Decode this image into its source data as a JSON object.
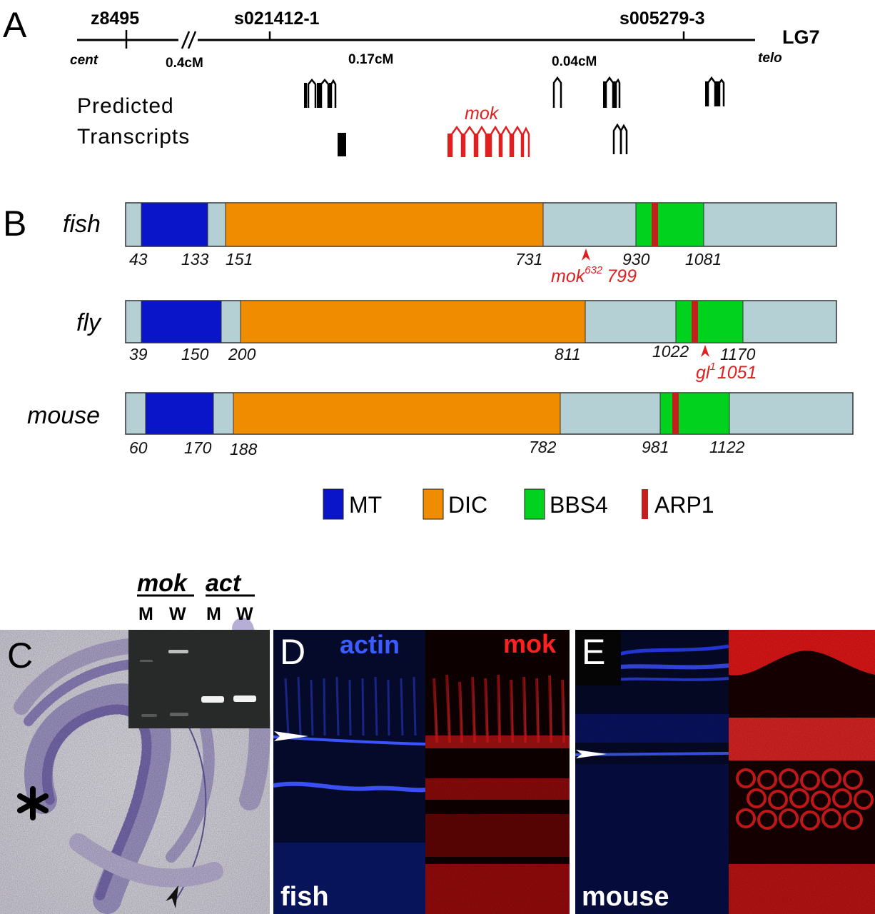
{
  "panels": {
    "a": "A",
    "b": "B",
    "c": "C",
    "d": "D",
    "e": "E"
  },
  "map": {
    "markers": [
      "z8495",
      "s021412-1",
      "s005279-3"
    ],
    "distances": [
      "0.4cM",
      "0.17cM",
      "0.04cM"
    ],
    "cent": "cent",
    "telo": "telo",
    "linkage_group": "LG7",
    "predicted_line1": "Predicted",
    "predicted_line2": "Transcripts",
    "mok_label": "mok"
  },
  "domains": {
    "fish": {
      "name": "fish",
      "positions": [
        "43",
        "133",
        "151",
        "731",
        "930",
        "1081"
      ],
      "mutation_name": "mok",
      "mutation_sup": "632",
      "mutation_pos": "799"
    },
    "fly": {
      "name": "fly",
      "positions": [
        "39",
        "150",
        "200",
        "811",
        "1022",
        "1170"
      ],
      "mutation_name": "gl",
      "mutation_sup": "1",
      "mutation_pos": "1051"
    },
    "mouse": {
      "name": "mouse",
      "positions": [
        "60",
        "170",
        "188",
        "782",
        "981",
        "1122"
      ]
    },
    "legend": [
      {
        "label": "MT",
        "color": "#0a14c8"
      },
      {
        "label": "DIC",
        "color": "#f08c00"
      },
      {
        "label": "BBS4",
        "color": "#00d21e"
      },
      {
        "label": "ARP1",
        "color": "#c41e1e"
      }
    ],
    "colors": {
      "backbone": "#b4d0d4",
      "mutation": "#e02020"
    }
  },
  "gel": {
    "gene1": "mok",
    "gene2": "act",
    "lanes": [
      "M",
      "W",
      "M",
      "W"
    ]
  },
  "panel_d": {
    "channel_blue": "actin",
    "channel_red": "mok",
    "species": "fish"
  },
  "panel_e": {
    "species": "mouse"
  }
}
